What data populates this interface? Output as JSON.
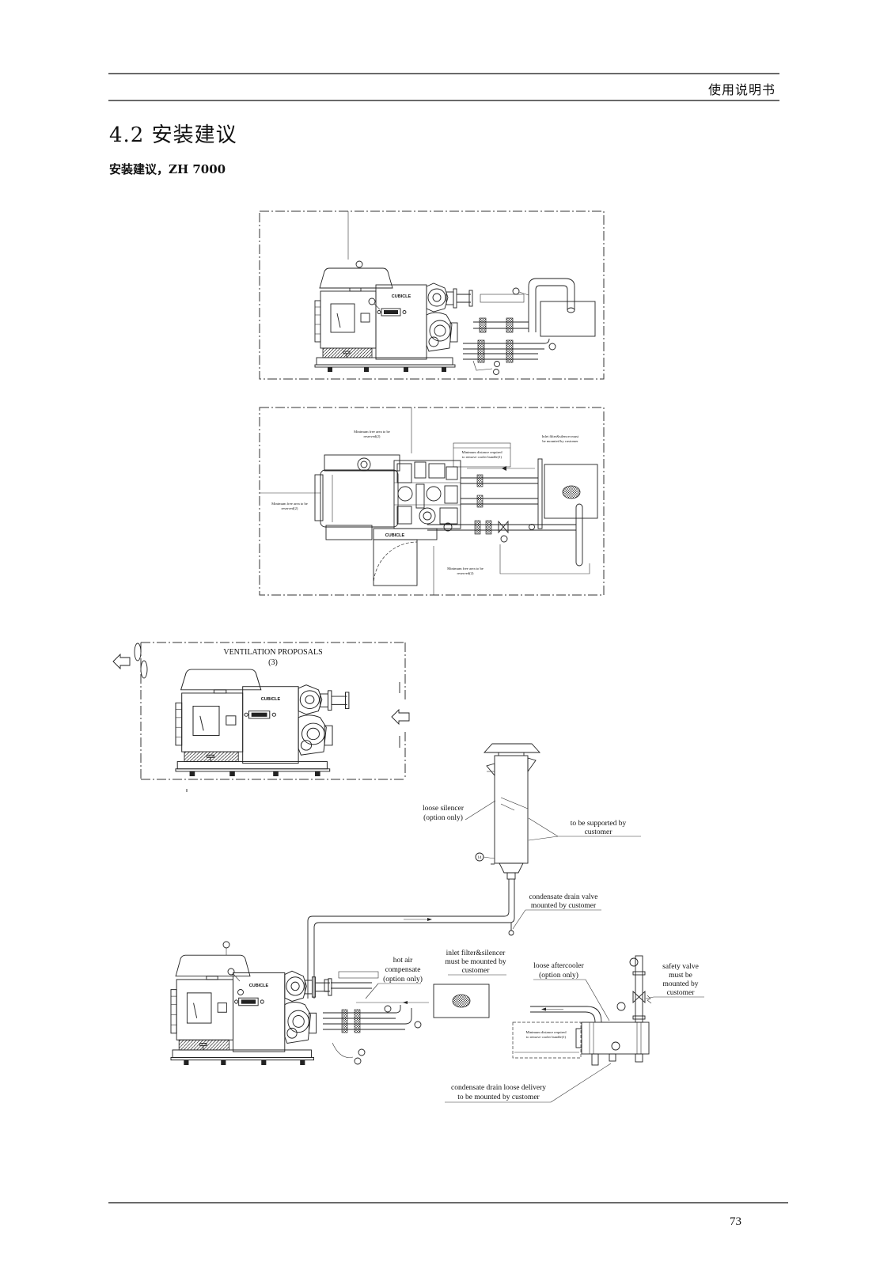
{
  "header": {
    "title": "使用说明书"
  },
  "section": {
    "title": "4.2 安装建议",
    "subtitle": "安装建议，ZH 7000"
  },
  "drawings": {
    "machine_label": "CUBICLE",
    "top_view": {
      "free_area": [
        "Minimum free area to be",
        "reserved(2)"
      ],
      "inlet_filter": [
        "Inlet filter&silencer must",
        "be mounted by customer"
      ],
      "cooler_bundle": [
        "Minimum distance required",
        "to remove cooler bundle(1)"
      ]
    },
    "ventilation": {
      "title": "VENTILATION PROPOSALS",
      "note": "(3)"
    },
    "installation": {
      "loose_silencer": [
        "loose silencer",
        "(option only)"
      ],
      "supported": [
        "to be supported by",
        "customer"
      ],
      "drain_valve": [
        "condensate drain valve",
        "mounted by customer"
      ],
      "hot_air": [
        "hot air",
        "compensate",
        "(option only)"
      ],
      "inlet_filter": [
        "inlet filter&silencer",
        "must be mounted by",
        "customer"
      ],
      "aftercooler": [
        "loose aftercooler",
        "(option only)"
      ],
      "safety_valve": [
        "safety valve",
        "must be",
        "mounted by",
        "customer"
      ],
      "drain_delivery": [
        "condensate drain loose delivery",
        "to be mounted by customer"
      ],
      "cooler_bundle": [
        "Minimum distance required",
        "to remove cooler bundle(1)"
      ],
      "silencer_callout": "14"
    }
  },
  "footer": {
    "page_number": "73"
  }
}
